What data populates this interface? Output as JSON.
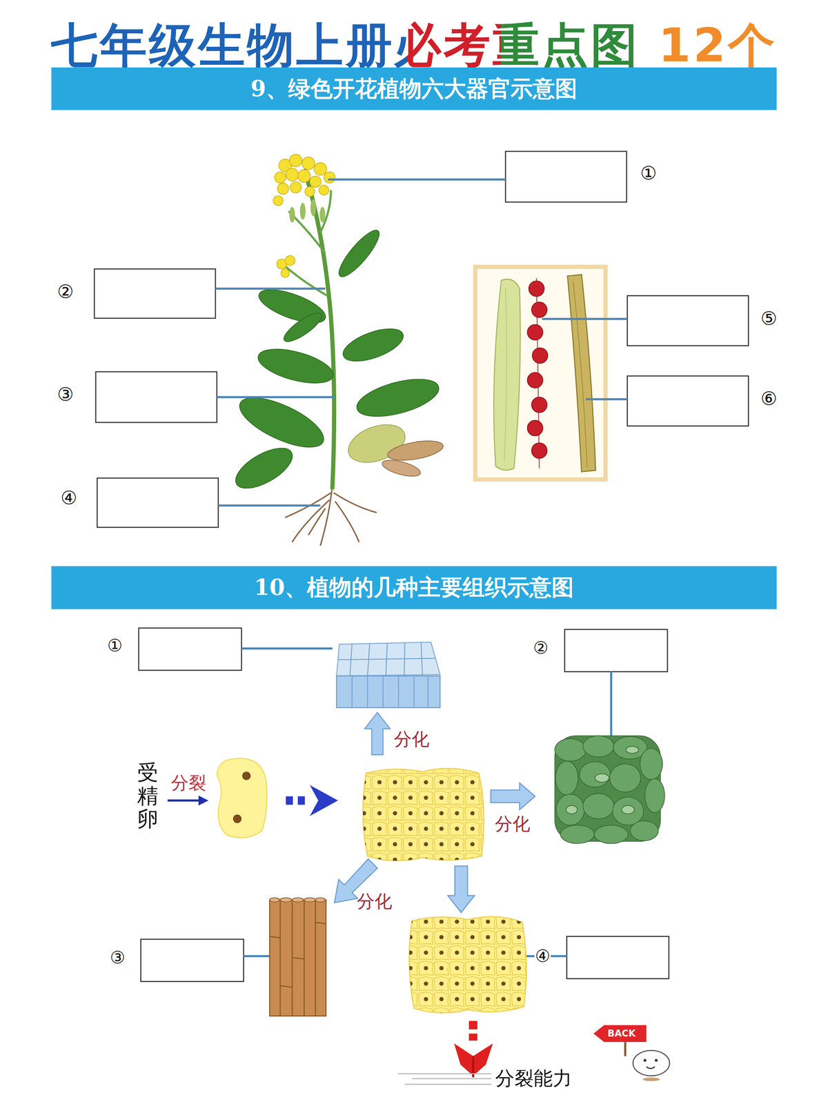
{
  "diagram": {
    "title": "七年级生物上册必考重点图 12个",
    "nodes": [
      {
        "text": [
          "9、绿色开花植物六大器官示意图"
        ]
      },
      {
        "text": [
          "10、植物的几种主要组织示意图"
        ]
      }
    ],
    "labels": [
      "①",
      "②",
      "③",
      "④",
      "⑤",
      "⑥",
      "①",
      "②",
      "③",
      "④",
      "受精卵",
      "分裂",
      "分化",
      "分化",
      "分化",
      "分裂能力",
      "BACK"
    ]
  }
}
